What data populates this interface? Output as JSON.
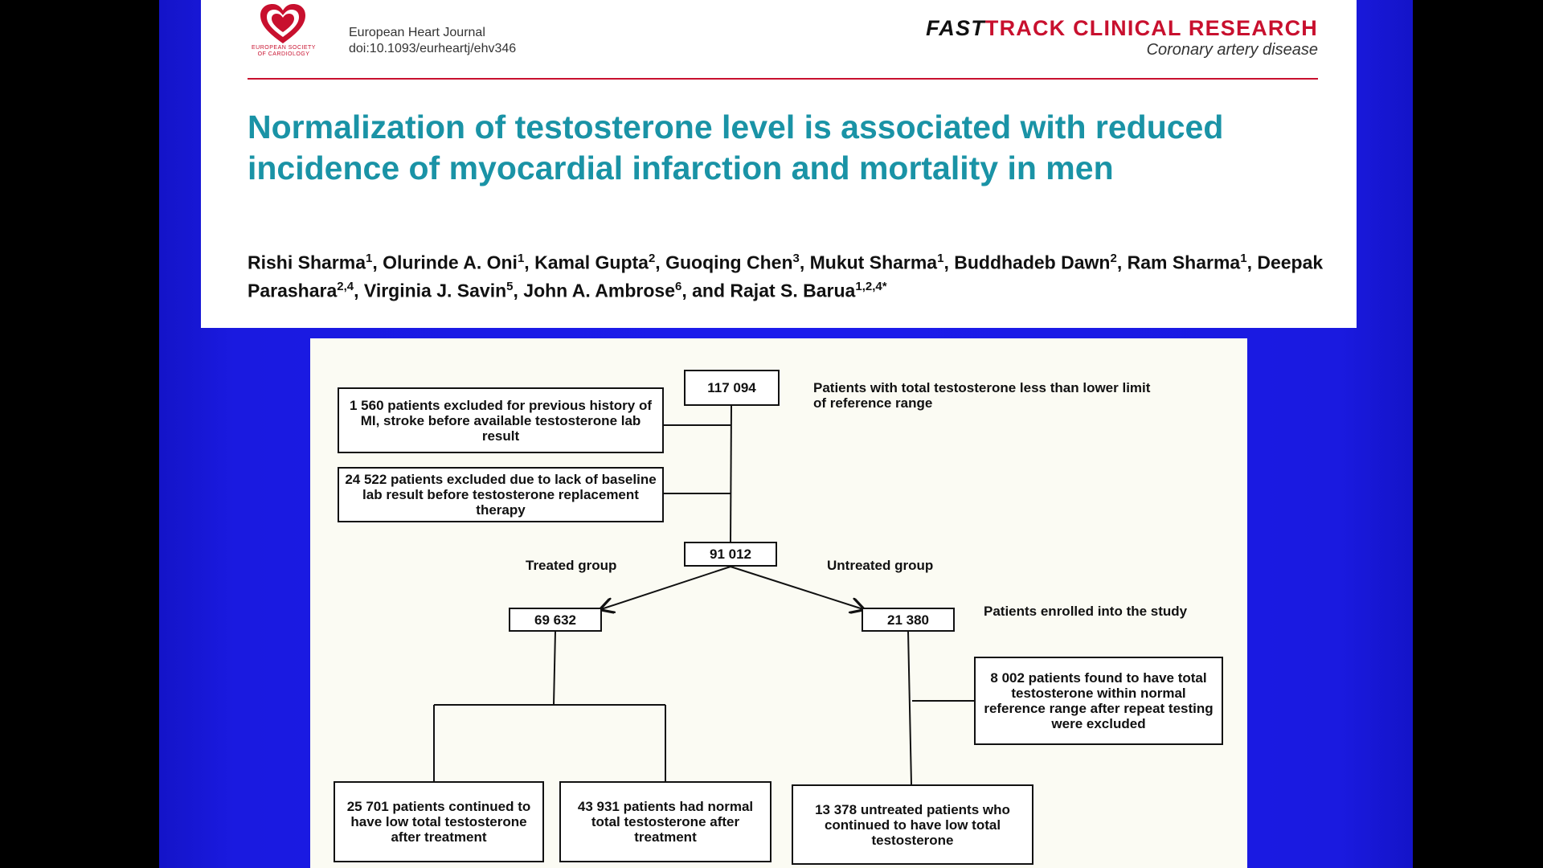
{
  "header": {
    "society_logo_text": "EUROPEAN SOCIETY OF CARDIOLOGY",
    "journal_name": "European Heart Journal",
    "doi": "doi:10.1093/eurheartj/ehv346",
    "section_fast": "FAST",
    "section_track": "TRACK CLINICAL RESEARCH",
    "subject": "Coronary artery disease",
    "accent_color": "#c8102e",
    "title_color": "#1a93a6"
  },
  "paper": {
    "title": "Normalization of testosterone level is associated with reduced incidence of myocardial infarction and mortality in men",
    "authors": [
      {
        "name": "Rishi Sharma",
        "aff": "1",
        "sep": ", "
      },
      {
        "name": "Olurinde A. Oni",
        "aff": "1",
        "sep": ", "
      },
      {
        "name": "Kamal Gupta",
        "aff": "2",
        "sep": ", "
      },
      {
        "name": "Guoqing Chen",
        "aff": "3",
        "sep": ", "
      },
      {
        "name": "Mukut Sharma",
        "aff": "1",
        "sep": ", "
      },
      {
        "name": "Buddhadeb Dawn",
        "aff": "2",
        "sep": ", "
      },
      {
        "name": "Ram Sharma",
        "aff": "1",
        "sep": ", "
      },
      {
        "name": "Deepak Parashara",
        "aff": "2,4",
        "sep": ", "
      },
      {
        "name": "Virginia J. Savin",
        "aff": "5",
        "sep": ", "
      },
      {
        "name": "John A. Ambrose",
        "aff": "6",
        "sep": ", and "
      },
      {
        "name": "Rajat S. Barua",
        "aff": "1,2,4*",
        "sep": ""
      }
    ]
  },
  "flowchart": {
    "total": "117 094",
    "total_label": "Patients with total testosterone less than lower limit of reference range",
    "excluded_history": "1 560 patients excluded for previous history of MI, stroke before available testosterone lab result",
    "excluded_baseline": "24 522 patients excluded due to lack of baseline lab result before testosterone replacement therapy",
    "remaining": "91 012",
    "treated_label": "Treated group",
    "untreated_label": "Untreated group",
    "treated": "69 632",
    "untreated": "21 380",
    "enrolled_label": "Patients enrolled into the study",
    "excluded_normal": "8 002 patients found to have total testosterone within normal reference range after repeat testing were excluded",
    "treated_low": "25 701 patients continued to have low total testosterone after treatment",
    "treated_normal": "43 931 patients had normal total testosterone after treatment",
    "untreated_low": "13 378 untreated patients who continued to have low total testosterone"
  }
}
